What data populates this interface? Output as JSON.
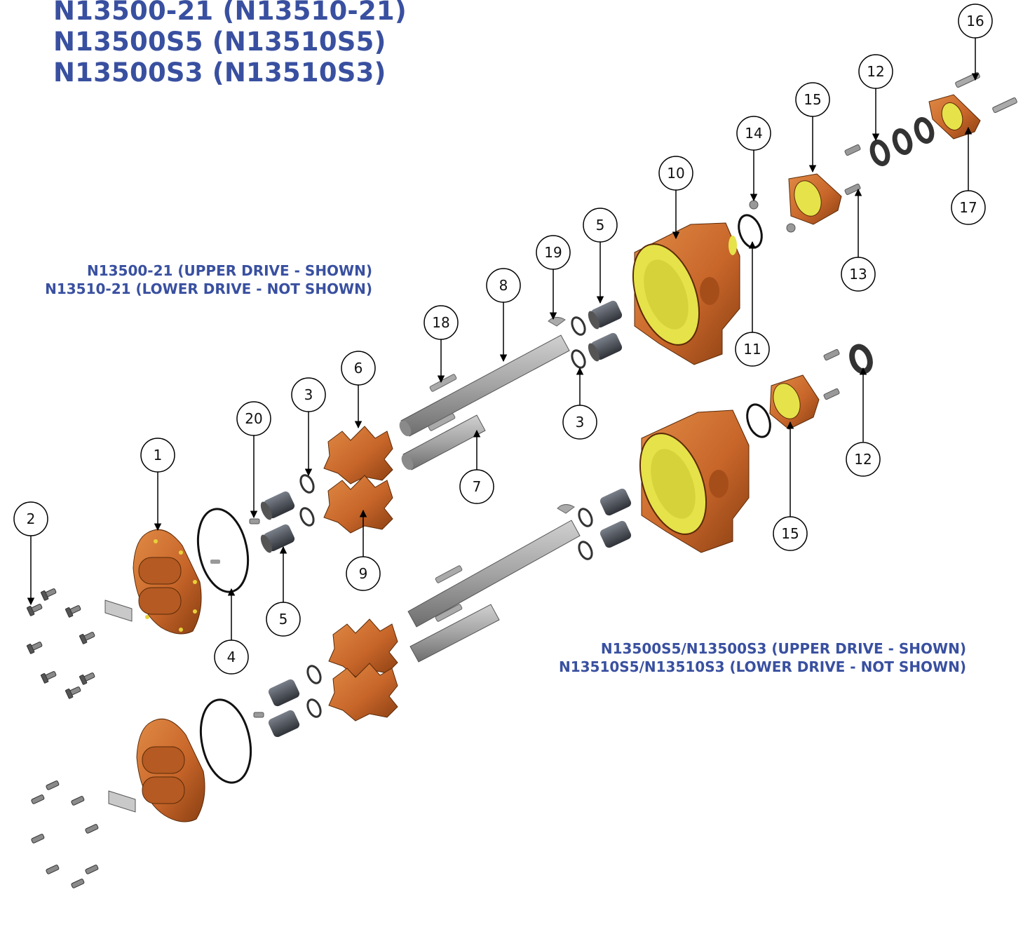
{
  "titles": [
    "N13500-21 (N13510-21)",
    "N13500S5 (N13510S5)",
    "N13500S3 (N13510S3)"
  ],
  "captions": {
    "upper_assembly": [
      "N13500-21 (UPPER DRIVE - SHOWN)",
      "N13510-21 (LOWER DRIVE - NOT SHOWN)"
    ],
    "lower_assembly": [
      "N13500S5/N13500S3 (UPPER DRIVE - SHOWN)",
      "N13510S5/N13510S3 (LOWER DRIVE - NOT SHOWN)"
    ]
  },
  "callouts": [
    "16",
    "12",
    "15",
    "14",
    "10",
    "17",
    "5",
    "19",
    "13",
    "8",
    "11",
    "18",
    "6",
    "3",
    "20",
    "3",
    "7",
    "1",
    "12",
    "2",
    "15",
    "9",
    "5",
    "4"
  ],
  "colors": {
    "text_blue": "#3950a0",
    "bronze": "#c8662a",
    "bronze_dark": "#8a3f12",
    "yellow": "#e6e24a",
    "steel": "#9a9a9a",
    "bushing": "#4a4e56"
  }
}
